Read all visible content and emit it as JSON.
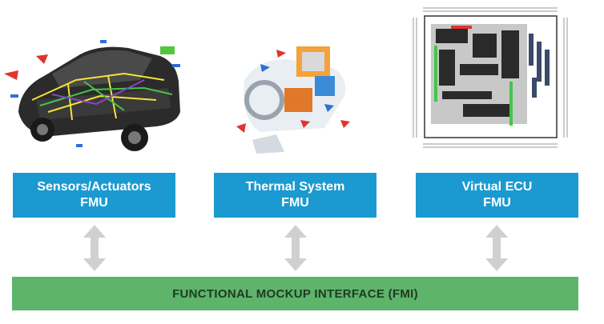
{
  "illustrations": [
    {
      "name": "car-sensors-illustration"
    },
    {
      "name": "thermal-system-illustration"
    },
    {
      "name": "ecu-chip-illustration"
    }
  ],
  "fmus": [
    {
      "line1": "Sensors/Actuators",
      "line2": "FMU"
    },
    {
      "line1": "Thermal System",
      "line2": "FMU"
    },
    {
      "line1": "Virtual ECU",
      "line2": "FMU"
    }
  ],
  "interface": {
    "label": "FUNCTIONAL MOCKUP INTERFACE (FMI)"
  },
  "colors": {
    "fmu_box": "#1a9ad1",
    "interface_bar": "#5db46a",
    "arrow": "#d0d0d0"
  }
}
